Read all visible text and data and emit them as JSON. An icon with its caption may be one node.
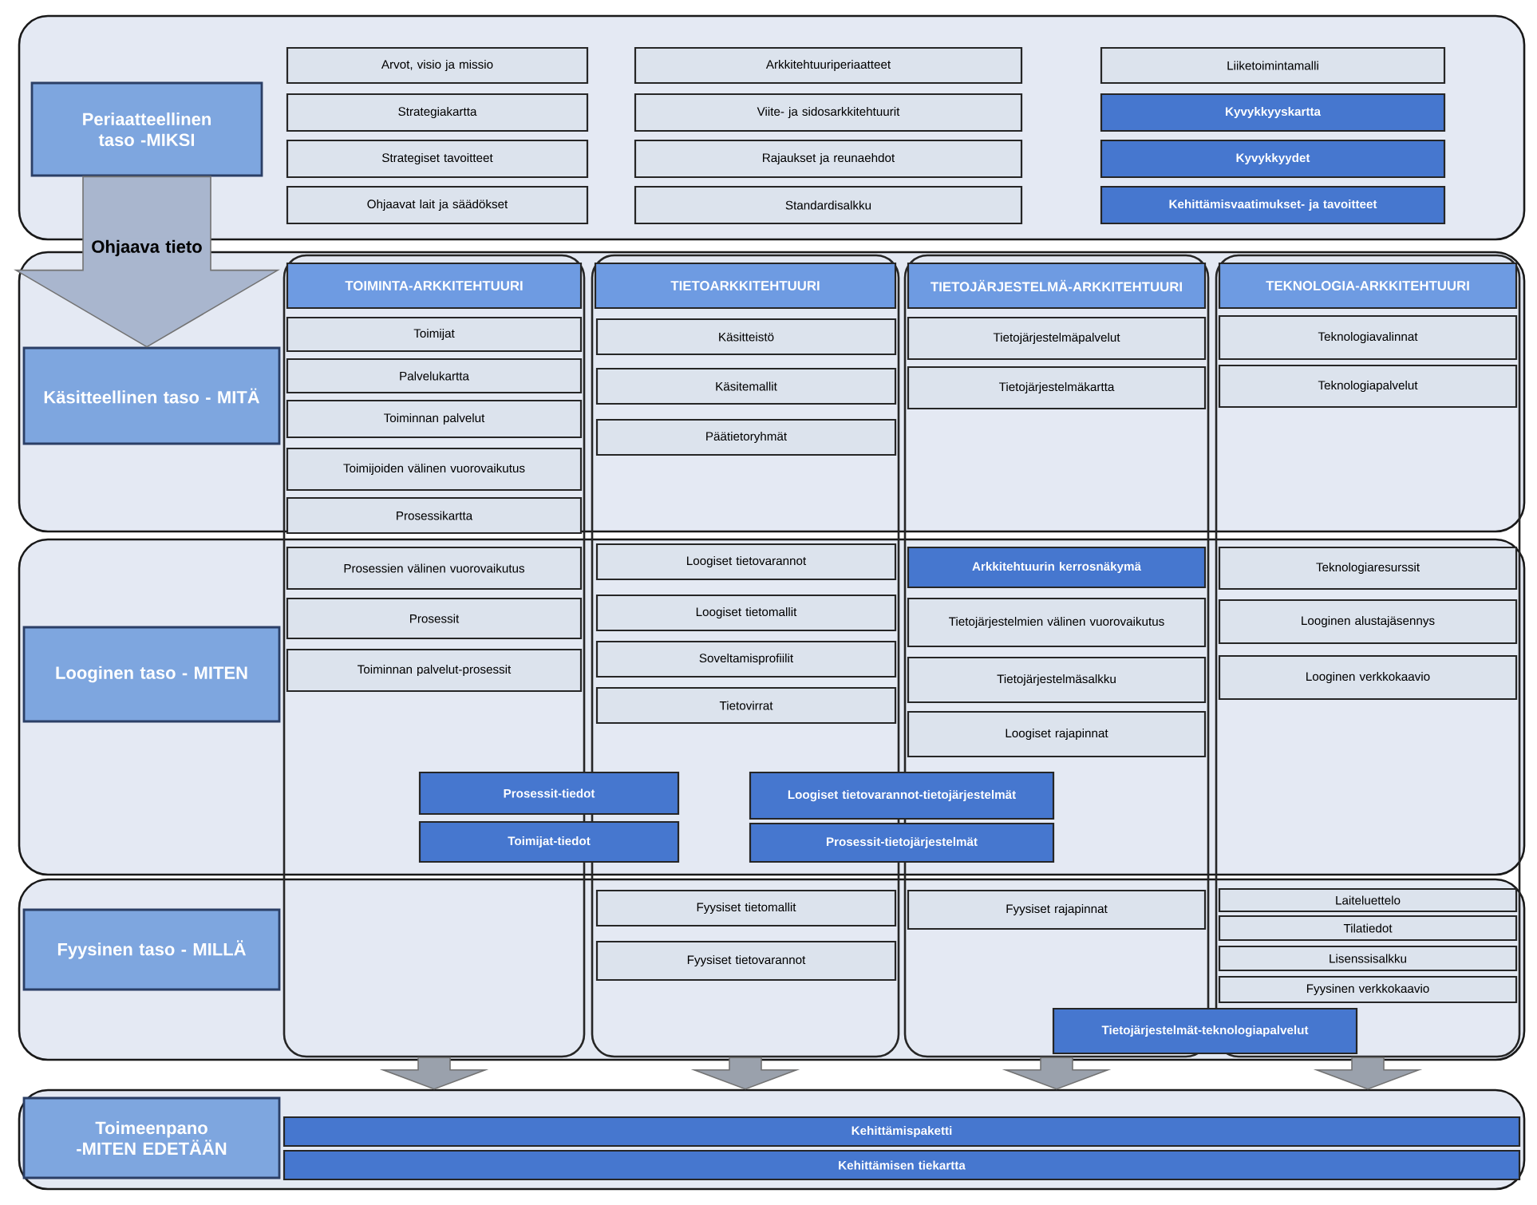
{
  "diagram": {
    "nodes": [
      {
        "text": [],
        "shape": "box"
      },
      {
        "text": [
          "Periaatteellinen taso -MIKSI"
        ],
        "in": 0
      },
      {
        "text": [
          "Arvot, visio ja missio"
        ],
        "in": 0
      },
      {
        "text": [
          "Arkkitehtuuriperiaatteet"
        ],
        "in": 0
      },
      {
        "text": [
          "Liiketoimintamalli"
        ],
        "in": 0
      },
      {
        "text": [
          "Strategiakartta"
        ],
        "in": 0
      },
      {
        "text": [
          "Viite- ja sidosarkkitehtuurit"
        ],
        "in": 0
      },
      {
        "text": [
          "Kyvykkyyskartta"
        ],
        "in": 0
      },
      {
        "text": [
          "Strategiset tavoitteet"
        ],
        "in": 0
      },
      {
        "text": [
          "Rajaukset ja reunaehdot"
        ],
        "in": 0
      },
      {
        "text": [
          "Kyvykkyydet"
        ],
        "in": 0
      },
      {
        "text": [
          "Ohjaavat lait ja säädökset"
        ],
        "in": 0
      },
      {
        "text": [
          "Standardisalkku"
        ],
        "in": 0
      },
      {
        "text": [
          "Kehittämisvaatimukset- ja tavoitteet"
        ],
        "in": 0
      },
      {
        "text": [],
        "shape": "box"
      },
      {
        "text": [
          "Käsitteellinen taso - MITÄ"
        ],
        "in": 14
      },
      {
        "text": [],
        "shape": "box"
      },
      {
        "text": [
          "Looginen taso - MITEN"
        ],
        "in": 16
      },
      {
        "text": [],
        "shape": "box"
      },
      {
        "text": [
          "Fyysinen taso - MILLÄ"
        ],
        "in": 18
      },
      {
        "text": [
          "TOIMINTA-ARKKITEHTUURI"
        ]
      },
      {
        "text": [
          "Toimijat"
        ]
      },
      {
        "text": [
          "Palvelukartta"
        ]
      },
      {
        "text": [
          "Toiminnan palvelut"
        ]
      },
      {
        "text": [
          "Toimijoiden välinen vuorovaikutus"
        ]
      },
      {
        "text": [
          "Prosessikartta"
        ]
      },
      {
        "text": [
          "Prosessien välinen vuorovaikutus"
        ]
      },
      {
        "text": [
          "Prosessit"
        ]
      },
      {
        "text": [
          "Toiminnan palvelut-prosessit"
        ]
      },
      {
        "text": [
          "TIETOARKKITEHTUURI"
        ]
      },
      {
        "text": [
          "Käsitteistö"
        ]
      },
      {
        "text": [
          "Käsitemallit"
        ]
      },
      {
        "text": [
          "Päätietoryhmät"
        ]
      },
      {
        "text": [
          "Loogiset tietovarannot"
        ]
      },
      {
        "text": [
          "Loogiset tietomallit"
        ]
      },
      {
        "text": [
          "Soveltamisprofiilit"
        ]
      },
      {
        "text": [
          "Tietovirrat"
        ]
      },
      {
        "text": [
          "Fyysiset tietomallit"
        ]
      },
      {
        "text": [
          "Fyysiset tietovarannot"
        ]
      },
      {
        "text": [
          "TIETOJÄRJESTELMÄ-ARKKITEHTUURI"
        ]
      },
      {
        "text": [
          "Tietojärjestelmäpalvelut"
        ]
      },
      {
        "text": [
          "Tietojärjestelmäkartta"
        ]
      },
      {
        "text": [
          "Arkkitehtuurin kerrosnäkymä"
        ]
      },
      {
        "text": [
          "Tietojärjestelmien välinen vuorovaikutus"
        ]
      },
      {
        "text": [
          "Tietojärjestelmäsalkku"
        ]
      },
      {
        "text": [
          "Loogiset rajapinnat"
        ]
      },
      {
        "text": [
          "Fyysiset rajapinnat"
        ]
      },
      {
        "text": [
          "TEKNOLOGIA-ARKKITEHTUURI"
        ]
      },
      {
        "text": [
          "Teknologiavalinnat"
        ]
      },
      {
        "text": [
          "Teknologiapalvelut"
        ]
      },
      {
        "text": [
          "Teknologiaresurssit"
        ]
      },
      {
        "text": [
          "Looginen alustajäsennys"
        ]
      },
      {
        "text": [
          "Looginen verkkokaavio"
        ]
      },
      {
        "text": [
          "Laiteluettelo"
        ]
      },
      {
        "text": [
          "Tilatiedot"
        ]
      },
      {
        "text": [
          "Lisenssisalkku"
        ]
      },
      {
        "text": [
          "Fyysinen verkkokaavio"
        ]
      },
      {
        "text": [
          "Prosessit-tiedot"
        ],
        "in": 16
      },
      {
        "text": [
          "Loogiset tietovarannot-tietojärjestelmät"
        ],
        "in": 16
      },
      {
        "text": [
          "Toimijat-tiedot"
        ],
        "in": 16
      },
      {
        "text": [
          "Prosessit-tietojärjestelmät"
        ],
        "in": 16
      },
      {
        "text": [
          "Tietojärjestelmät-teknologiapalvelut"
        ],
        "in": 18
      },
      {
        "text": [],
        "shape": "box"
      },
      {
        "text": [
          "Toimeenpano -MITEN EDETÄÄN"
        ],
        "in": 62
      },
      {
        "text": [
          "Kehittämispaketti"
        ],
        "in": 62
      },
      {
        "text": [
          "Kehittämisen tiekartta"
        ],
        "in": 62
      }
    ],
    "edges": [
      {
        "from": 1,
        "to": 15,
        "arrow": "to",
        "label": "Ohjaava tieto",
        "style": "thick"
      },
      {
        "from": 20,
        "to": 62,
        "arrow": "to"
      },
      {
        "from": 29,
        "to": 62,
        "arrow": "to"
      },
      {
        "from": 39,
        "to": 62,
        "arrow": "to"
      },
      {
        "from": 47,
        "to": 62,
        "arrow": "to"
      }
    ]
  }
}
